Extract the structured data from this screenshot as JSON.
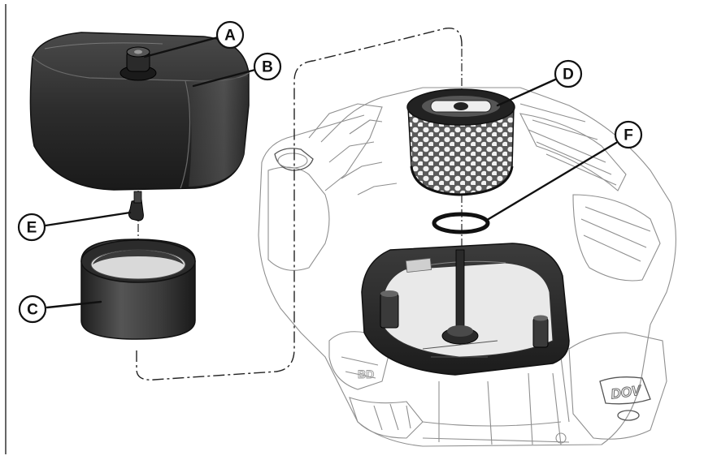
{
  "diagram": {
    "callouts": [
      {
        "id": "A",
        "label": "A"
      },
      {
        "id": "B",
        "label": "B"
      },
      {
        "id": "C",
        "label": "C"
      },
      {
        "id": "D",
        "label": "D"
      },
      {
        "id": "E",
        "label": "E"
      },
      {
        "id": "F",
        "label": "F"
      }
    ],
    "engine_badge": "DOV"
  }
}
